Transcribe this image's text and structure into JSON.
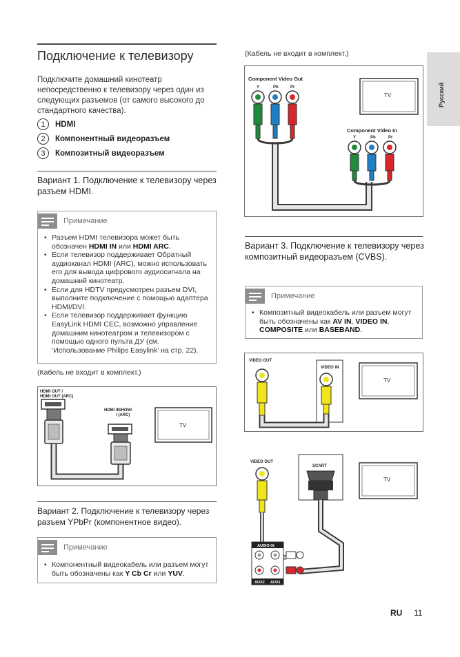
{
  "page": {
    "title": "Подключение к телевизору",
    "language_tab": "Русский",
    "intro": "Подключите домашний кинотеатр непосредственно к телевизору через один из следующих разъемов (от самого высокого до стандартного качества).",
    "options": [
      {
        "num": "1",
        "label": "HDMI"
      },
      {
        "num": "2",
        "label": "Компонентный видеоразъем"
      },
      {
        "num": "3",
        "label": "Композитный видеоразъем"
      }
    ],
    "footer": {
      "lang": "RU",
      "page_number": "11"
    }
  },
  "option1": {
    "title": "Вариант 1. Подключение к телевизору через разъем HDMI.",
    "note_label": "Примечание",
    "bullets": [
      [
        "Разъем HDMI телевизора может быть обозначен ",
        "HDMI IN",
        " или ",
        "HDMI ARC",
        "."
      ],
      [
        "Если телевизор поддерживает Обратный аудиоканал HDMI (ARC), можно использовать его для вывода цифрового аудиосигнала на домашний кинотеатр."
      ],
      [
        "Если для HDTV предусмотрен разъем DVI, выполните подключение с помощью адаптера HDMI/DVI."
      ],
      [
        "Если телевизор поддерживает функцию EasyLink HDMI CEC, возможно управление домашним кинотеатром и телевизором с помощью одного пульта ДУ (см. ‘Использование Philips Easylink’ на стр. 22)."
      ]
    ],
    "cable_note": "(Кабель не входит в комплект.)",
    "diagram": {
      "out_label_1": "HDMI OUT /",
      "out_label_2": "HDMI OUT (ARC)",
      "in_label_1": "HDMI IN/HDMI",
      "in_label_2": "/ (ARC)",
      "tv": "TV"
    }
  },
  "option2": {
    "title": "Вариант 2. Подключение к телевизору через разъем YPbPr (компонентное видео).",
    "note_label": "Примечание",
    "bullets": [
      [
        "Компонентный видеокабель или разъем могут быть обозначены как ",
        "Y Cb Cr",
        " или ",
        "YUV",
        "."
      ]
    ],
    "cable_note": "(Кабель не входит в комплект.)",
    "diagram": {
      "out_label": "Component Video Out",
      "in_label": "Component Video In",
      "y": "Y",
      "pb": "Pb",
      "pr": "Pr",
      "tv": "TV"
    }
  },
  "option3": {
    "title": "Вариант 3. Подключение к телевизору через композитный видеоразъем (CVBS).",
    "note_label": "Примечание",
    "bullets": [
      [
        "Композитный видеокабель или разъем могут быть обозначены как ",
        "AV IN",
        ", ",
        "VIDEO IN",
        ", ",
        "COMPOSITE",
        " или ",
        "BASEBAND",
        "."
      ]
    ],
    "diagram_a": {
      "out_label": "VIDEO OUT",
      "in_label": "VIDEO IN",
      "tv": "TV"
    },
    "diagram_b": {
      "out_label": "VIDEO OUT",
      "scart_label": "SCART",
      "audio_label": "AUDIO IN",
      "aux2": "AUX2",
      "aux1": "AUX1",
      "tv": "TV"
    }
  },
  "colors": {
    "green": "#1e8c3c",
    "blue": "#1f7fc4",
    "red": "#d8262b",
    "yellow": "#f1e41c",
    "note_icon": "#8d8d8d"
  }
}
